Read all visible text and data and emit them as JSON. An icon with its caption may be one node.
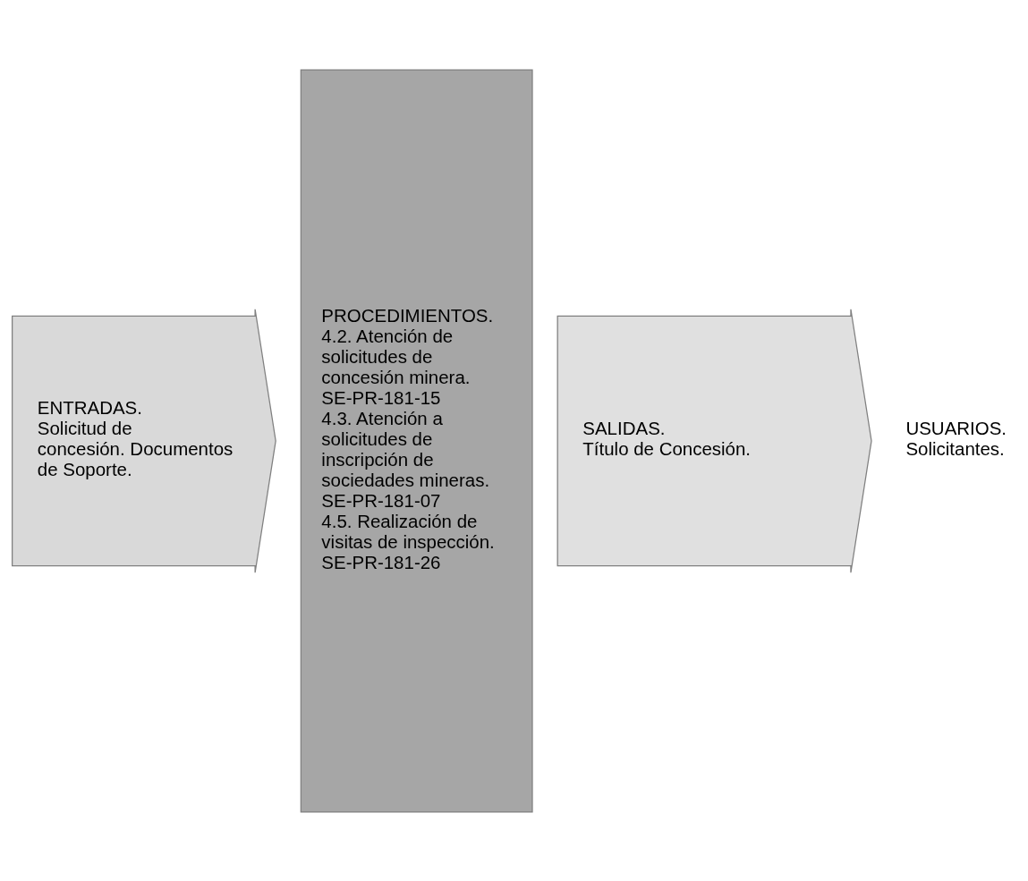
{
  "diagram": {
    "nodes": [
      {
        "text": [
          "ENTRADAS.",
          "Solicitud de concesión. Documentos de Soporte."
        ]
      },
      {
        "text": [
          "PROCEDIMIENTOS.",
          "4.2. Atención de solicitudes de concesión minera.",
          "SE-PR-181-15",
          "4.3. Atención a solicitudes de inscripción de sociedades mineras.",
          "SE-PR-181-07",
          "4.5. Realización de visitas de inspección.",
          "SE-PR-181-26"
        ]
      },
      {
        "text": [
          "SALIDAS.",
          "Título de Concesión."
        ]
      }
    ],
    "labels": [
      "USUARIOS.",
      "Solicitantes."
    ]
  }
}
